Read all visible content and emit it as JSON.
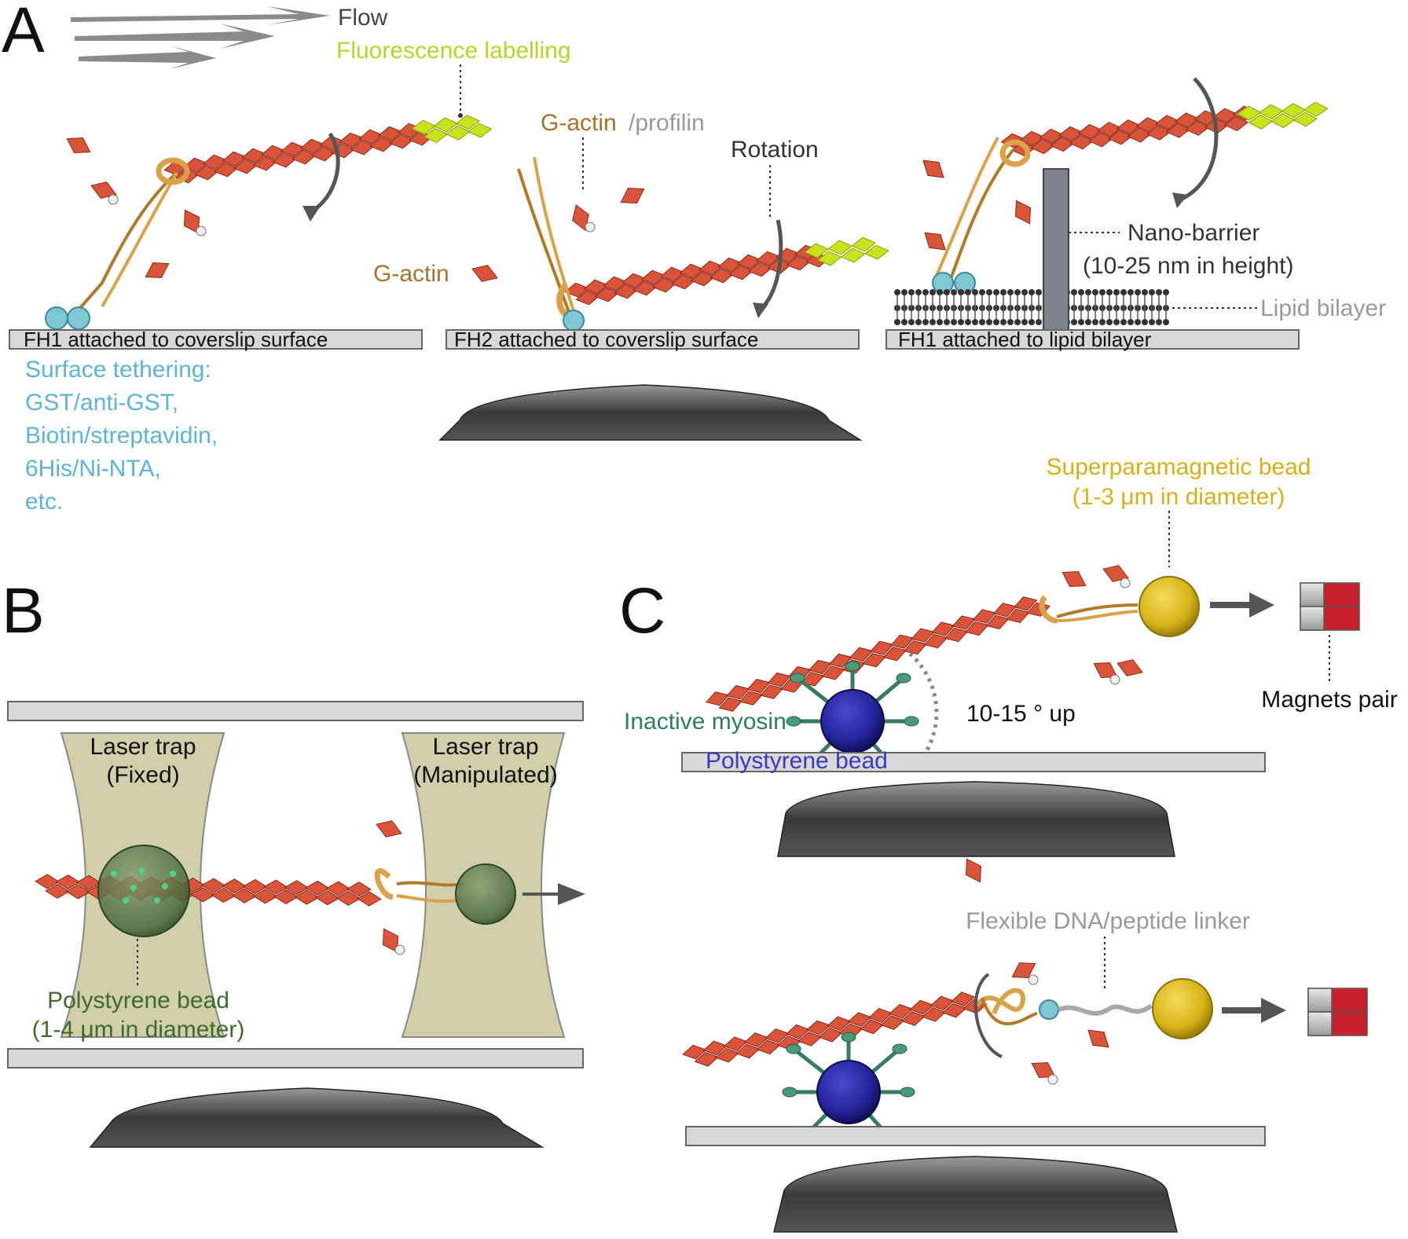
{
  "colors": {
    "actin": "#d9543a",
    "actin_edge": "#8a2a18",
    "fluor": "#c8e21c",
    "formin": "#d9a24a",
    "tether": "#7fc8d3",
    "glass": "#d8d8d8",
    "label_dark": "#333333",
    "label_flow": "#444444",
    "label_fluor": "#b6d42a",
    "label_gactin": "#a6732c",
    "label_gray": "#999999",
    "label_tether": "#5fb3d6",
    "label_myosin": "#2e7d62",
    "label_poly_blue": "#3b3bb8",
    "label_poly_green": "#3e6b2c",
    "label_super": "#d4b01c",
    "trap": "#c9c79a",
    "mag_red": "#c8202a",
    "poly_blue": "#2b2ba0",
    "super_bead": "#e0c21e"
  },
  "panels": {
    "a": "A",
    "b": "B",
    "c": "C"
  },
  "panel_a": {
    "flow": "Flow",
    "fluorescence": "Fluorescence labelling",
    "g_actin": "G-actin",
    "g_actin_prefix": "G-actin",
    "profilin": "/profilin",
    "rotation": "Rotation",
    "nano_barrier": "Nano-barrier",
    "nano_height": "(10-25 nm in height)",
    "lipid": "Lipid bilayer",
    "surface1": "FH1 attached to coverslip surface",
    "surface2": "FH2 attached to coverslip surface",
    "surface3": "FH1 attached to lipid bilayer",
    "tethering": [
      "Surface tethering:",
      "GST/anti-GST,",
      "Biotin/streptavidin,",
      "6His/Ni-NTA,",
      "etc."
    ]
  },
  "panel_b": {
    "trap_fixed_1": "Laser trap",
    "trap_fixed_2": "(Fixed)",
    "trap_manip_1": "Laser trap",
    "trap_manip_2": "(Manipulated)",
    "poly_bead_1": "Polystyrene bead",
    "poly_bead_2": "(1-4 μm in diameter)"
  },
  "panel_c": {
    "super_bead_1": "Superparamagnetic bead",
    "super_bead_2": "(1-3 μm in diameter)",
    "magnets": "Magnets pair",
    "inactive_myosin": "Inactive myosin",
    "poly_bead": "Polystyrene bead",
    "angle": "10-15 ° up",
    "linker": "Flexible DNA/peptide linker"
  }
}
